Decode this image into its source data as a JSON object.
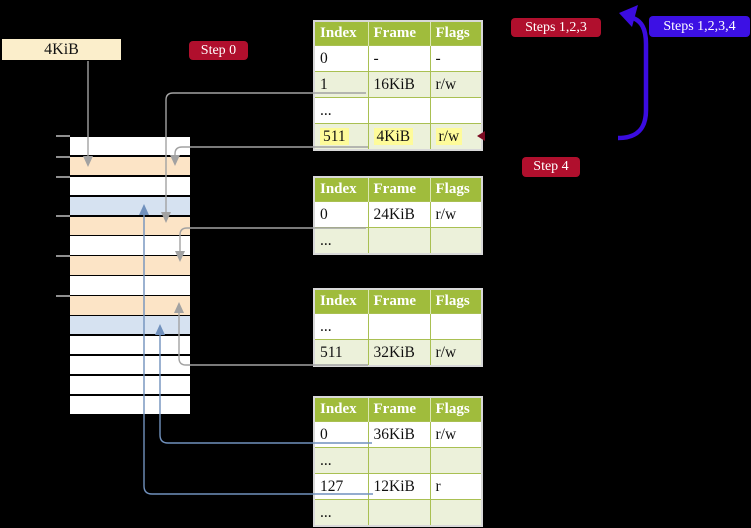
{
  "labels": {
    "memory_address": "4KiB",
    "step0": "Step 0",
    "steps123": "Steps 1,2,3",
    "steps1234": "Steps 1,2,3,4",
    "step4": "Step 4"
  },
  "colors": {
    "background": "#000000",
    "badge_red": "#b00f2d",
    "badge_blue": "#3c10e4",
    "big_arrow_blue": "#3b0ce0",
    "connector_gray": "#a2a2a2",
    "connector_blue": "#7191bd",
    "table_header_green": "#a0bc3c",
    "table_row_green": "#ecf1da",
    "highlight_yellow": "#fefb9a",
    "memory_row_orange": "#fce4c6",
    "memory_row_blue": "#d6e2f1",
    "memory_row_white": "#ffffff",
    "label_box_cream": "#fbeecb"
  },
  "memory_column": {
    "rows": [
      {
        "kind": "white"
      },
      {
        "kind": "orange"
      },
      {
        "kind": "white"
      },
      {
        "kind": "blue"
      },
      {
        "kind": "orange"
      },
      {
        "kind": "white"
      },
      {
        "kind": "orange"
      },
      {
        "kind": "white"
      },
      {
        "kind": "orange"
      },
      {
        "kind": "blue"
      },
      {
        "kind": "white"
      },
      {
        "kind": "white"
      },
      {
        "kind": "white"
      },
      {
        "kind": "white"
      }
    ]
  },
  "page_tables": [
    {
      "headers": [
        "Index",
        "Frame",
        "Flags"
      ],
      "rows": [
        {
          "cells": [
            "0",
            "-",
            "-"
          ],
          "highlight": false
        },
        {
          "cells": [
            "1",
            "16KiB",
            "r/w"
          ],
          "highlight": false
        },
        {
          "cells": [
            "...",
            "",
            ""
          ],
          "highlight": false
        },
        {
          "cells": [
            "511",
            "4KiB",
            "r/w"
          ],
          "highlight": true
        }
      ]
    },
    {
      "headers": [
        "Index",
        "Frame",
        "Flags"
      ],
      "rows": [
        {
          "cells": [
            "0",
            "24KiB",
            "r/w"
          ],
          "highlight": false
        },
        {
          "cells": [
            "...",
            "",
            ""
          ],
          "highlight": false
        }
      ]
    },
    {
      "headers": [
        "Index",
        "Frame",
        "Flags"
      ],
      "rows": [
        {
          "cells": [
            "...",
            "",
            ""
          ],
          "highlight": false
        },
        {
          "cells": [
            "511",
            "32KiB",
            "r/w"
          ],
          "highlight": false
        }
      ]
    },
    {
      "headers": [
        "Index",
        "Frame",
        "Flags"
      ],
      "rows": [
        {
          "cells": [
            "0",
            "36KiB",
            "r/w"
          ],
          "highlight": false
        },
        {
          "cells": [
            "...",
            "",
            ""
          ],
          "highlight": false
        },
        {
          "cells": [
            "127",
            "12KiB",
            "r"
          ],
          "highlight": false
        },
        {
          "cells": [
            "...",
            "",
            ""
          ],
          "highlight": false
        }
      ]
    }
  ],
  "connections": [
    {
      "from": "4KiB label box",
      "to": "memory row 2 (orange)",
      "color": "gray"
    },
    {
      "from": "table 1 index 1",
      "to": "memory row 5 (orange)",
      "color": "gray"
    },
    {
      "from": "table 1 index 511",
      "to": "memory row 2 (orange)",
      "color": "gray"
    },
    {
      "from": "table 2 index 0",
      "to": "memory row 7 (orange)",
      "color": "gray"
    },
    {
      "from": "table 3 index 511",
      "to": "memory row 9 (orange)",
      "color": "gray"
    },
    {
      "from": "table 4 index 0",
      "to": "memory row 10 (blue)",
      "color": "blue"
    },
    {
      "from": "table 4 index 127",
      "to": "memory row 4 (blue)",
      "color": "blue"
    },
    {
      "from": "table 1 row 511 right edge",
      "to": "top of table 1",
      "color": "indigo-thick-loop"
    }
  ]
}
